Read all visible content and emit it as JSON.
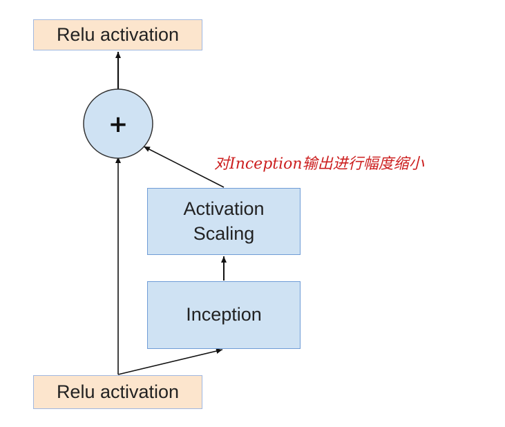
{
  "diagram": {
    "nodes": {
      "relu_top": {
        "label": "Relu activation"
      },
      "add": {
        "symbol": "+"
      },
      "activation_scaling": {
        "line1": "Activation",
        "line2": "Scaling"
      },
      "inception": {
        "label": "Inception"
      },
      "relu_bottom": {
        "label": "Relu activation"
      }
    },
    "annotation": {
      "text": "对Inception输出进行幅度缩小"
    },
    "edges": [
      {
        "from": "relu_bottom",
        "to": "add"
      },
      {
        "from": "relu_bottom",
        "to": "inception"
      },
      {
        "from": "inception",
        "to": "activation_scaling"
      },
      {
        "from": "activation_scaling",
        "to": "add"
      },
      {
        "from": "add",
        "to": "relu_top"
      }
    ],
    "colors": {
      "relu_fill": "#fce5cd",
      "relu_border": "#9fb7e0",
      "block_fill": "#cfe2f3",
      "block_border": "#6e9bd6",
      "circle_fill": "#cfe2f3",
      "arrow": "#111111",
      "annotation": "#cc1f1f"
    }
  }
}
